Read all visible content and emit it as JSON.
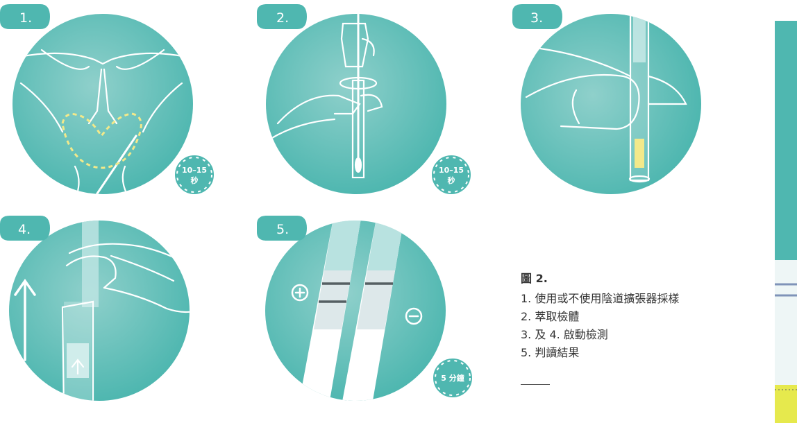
{
  "colors": {
    "teal": "#4fb7b0",
    "teal_dark": "#3aa39c",
    "dotted_yellow": "#f3e98a",
    "strip_yellow": "#e6e94d",
    "control_line": "#555f63"
  },
  "steps": [
    {
      "label": "1.",
      "timer": {
        "value": "10–15",
        "unit": "秒"
      }
    },
    {
      "label": "2.",
      "timer": {
        "value": "10–15",
        "unit": "秒"
      }
    },
    {
      "label": "3."
    },
    {
      "label": "4."
    },
    {
      "label": "5.",
      "timer": {
        "value": "5 分鐘"
      }
    }
  ],
  "icons": {
    "plus": "plus-circle-icon",
    "minus": "minus-circle-icon",
    "timer": "stopwatch-icon",
    "arrow": "up-arrow-icon"
  },
  "caption": {
    "title": "圖 2.",
    "items": [
      "1. 使用或不使用陰道擴張器採樣",
      "2. 萃取檢體",
      "3. 及 4. 啟動檢測",
      "5. 判讀結果"
    ]
  }
}
